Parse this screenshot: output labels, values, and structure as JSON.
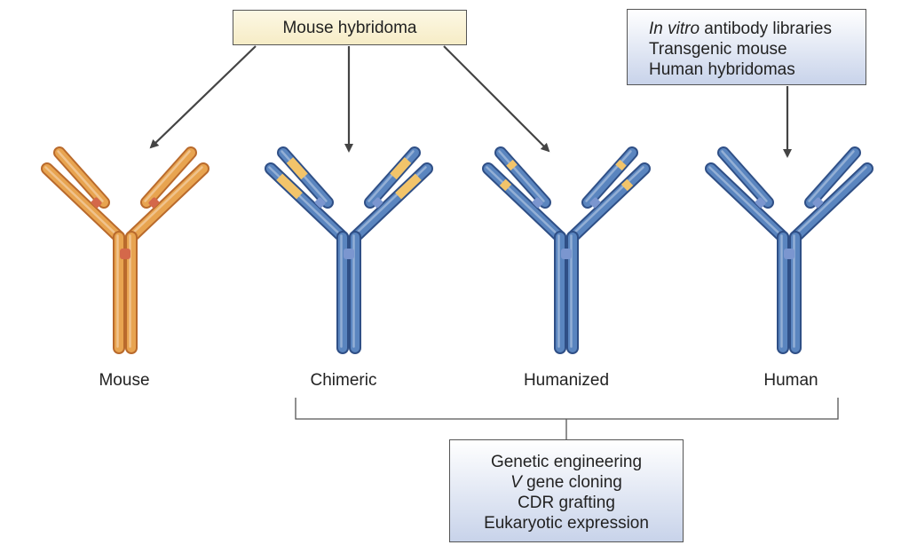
{
  "source_box": {
    "text": "Mouse hybridoma"
  },
  "library_box": {
    "line1_italic": "In vitro",
    "line1_rest": " antibody libraries",
    "line2": "Transgenic mouse",
    "line3": "Human hybridomas"
  },
  "engineering_box": {
    "line1": "Genetic engineering",
    "line2_italic": "V",
    "line2_rest": " gene cloning",
    "line3": "CDR grafting",
    "line4": "Eukaryotic expression"
  },
  "antibodies": {
    "mouse": {
      "label": "Mouse"
    },
    "chimeric": {
      "label": "Chimeric"
    },
    "humanized": {
      "label": "Humanized"
    },
    "human": {
      "label": "Human"
    }
  },
  "colors": {
    "mouse_fill": "#e8a450",
    "mouse_stroke": "#b96a2c",
    "mouse_hinge": "#d4684a",
    "human_fill": "#5a85bf",
    "human_stroke": "#2f4f86",
    "human_hinge": "#7b96cf",
    "cdr_fill": "#f2c46a",
    "arrow": "#444444"
  }
}
